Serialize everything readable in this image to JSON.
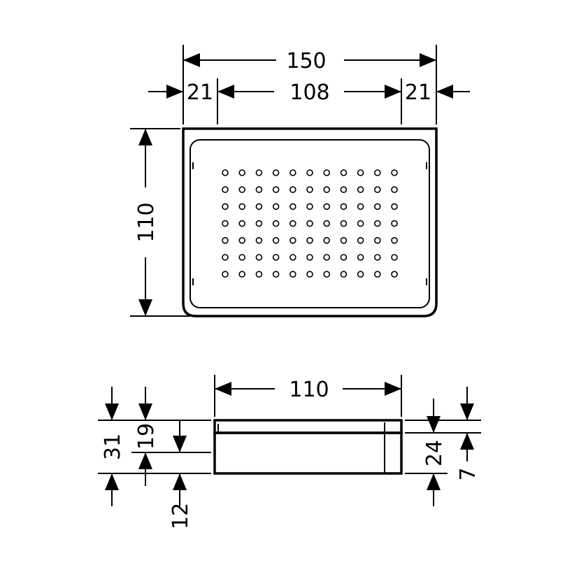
{
  "dimensions": {
    "top_width": "150",
    "top_left_border": "21",
    "top_inner": "108",
    "top_right_border": "21",
    "top_depth": "110",
    "side_width": "110",
    "side_total_height": "31",
    "side_upper_height": "19",
    "side_bottom_offset": "12",
    "side_right_height": "24",
    "side_right_lower": "7"
  },
  "hole_grid": {
    "columns": 11,
    "rows": 7
  }
}
